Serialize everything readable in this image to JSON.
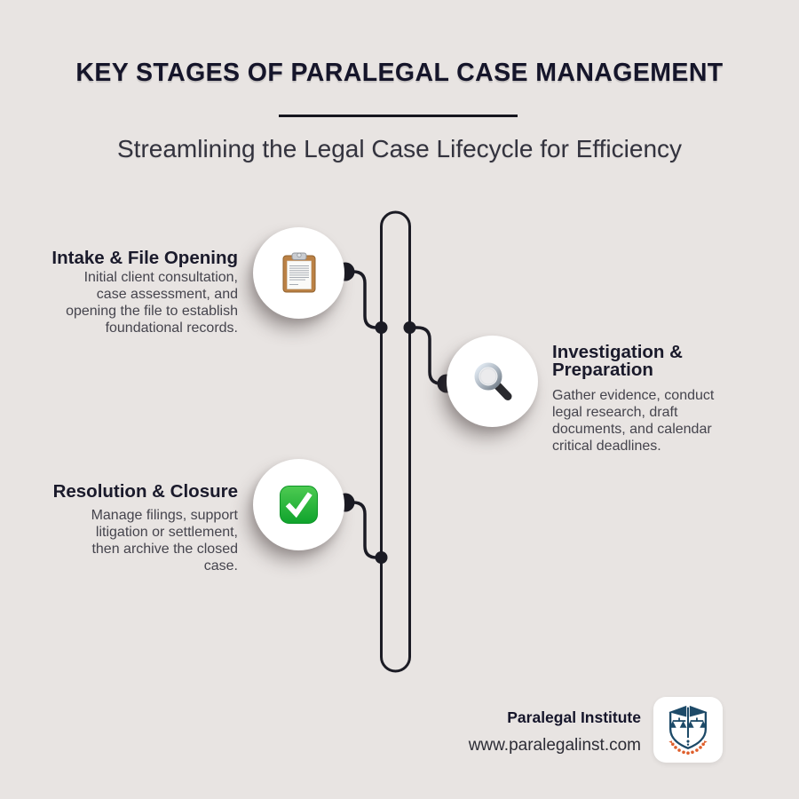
{
  "header": {
    "title": "KEY STAGES OF PARALEGAL CASE MANAGEMENT",
    "subtitle": "Streamlining the Legal Case Lifecycle for Efficiency"
  },
  "stages": [
    {
      "side": "left",
      "icon": "clipboard-icon",
      "title_lines": [
        "Intake & File Opening"
      ],
      "description_lines": [
        "Initial client consultation,",
        "case assessment, and",
        "opening the file to establish",
        "foundational records."
      ]
    },
    {
      "side": "right",
      "icon": "magnifying-glass-icon",
      "title_lines": [
        "Investigation &",
        "Preparation"
      ],
      "description_lines": [
        "Gather evidence, conduct",
        "legal research, draft",
        "documents, and calendar",
        "critical deadlines."
      ]
    },
    {
      "side": "left",
      "icon": "check-mark-icon",
      "title_lines": [
        "Resolution & Closure"
      ],
      "description_lines": [
        "Manage filings, support",
        "litigation or settlement,",
        "then archive the closed",
        "case."
      ]
    }
  ],
  "footer": {
    "brand": "Paralegal Institute",
    "website": "www.paralegalinst.com",
    "logo": "scales-of-justice-shield-logo"
  },
  "colors": {
    "background": "#e8e4e2",
    "ink": "#1b1b24",
    "heading": "#15152a",
    "body_text": "#45444d",
    "circle_fill": "#ffffff",
    "check_green": "#2ab43e",
    "clipboard_brown": "#bb8145",
    "logo_navy": "#1d4a68",
    "logo_orange": "#df5f2c"
  }
}
